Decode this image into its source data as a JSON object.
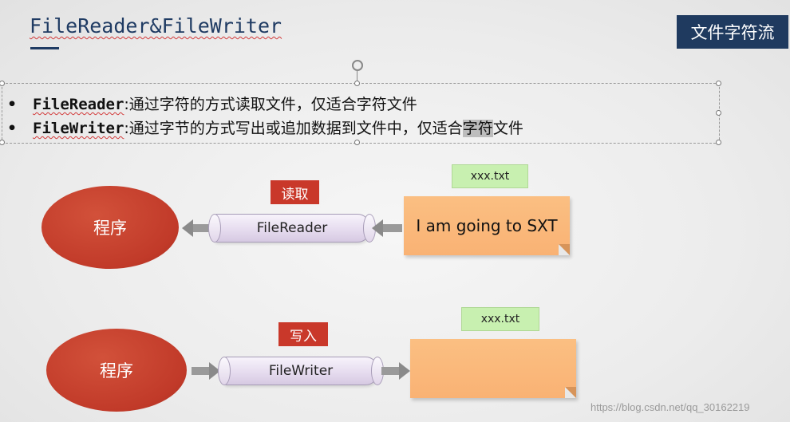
{
  "slide": {
    "title": "FileReader&FileWriter",
    "badge": "文件字符流",
    "bullets": [
      {
        "dot": "•",
        "keyword": "FileReader",
        "text": ":通过字符的方式读取文件，仅适合字符文件"
      },
      {
        "dot": "•",
        "keyword": "FileWriter",
        "text_before": ":通过字节的方式写出或追加数据到文件中，仅适合",
        "text_highlight": "字符",
        "text_after": "文件"
      }
    ]
  },
  "diagram": {
    "read_row": {
      "program_label": "程序",
      "action_label": "读取",
      "pipe_label": "FileReader",
      "file_name": "xxx.txt",
      "file_content": "I am going to SXT"
    },
    "write_row": {
      "program_label": "程序",
      "action_label": "写入",
      "pipe_label": "FileWriter",
      "file_name": "xxx.txt",
      "file_content": ""
    }
  },
  "watermark": "https://blog.csdn.net/qq_30162219",
  "colors": {
    "title_navy": "#1f3b63",
    "badge_bg": "#1f3a5f",
    "ellipse_red": "#c13a29",
    "label_red": "#c9382a",
    "file_green": "#c8f0b0",
    "note_orange": "#f9b274",
    "pipe_lavender": "#e6dcef"
  }
}
